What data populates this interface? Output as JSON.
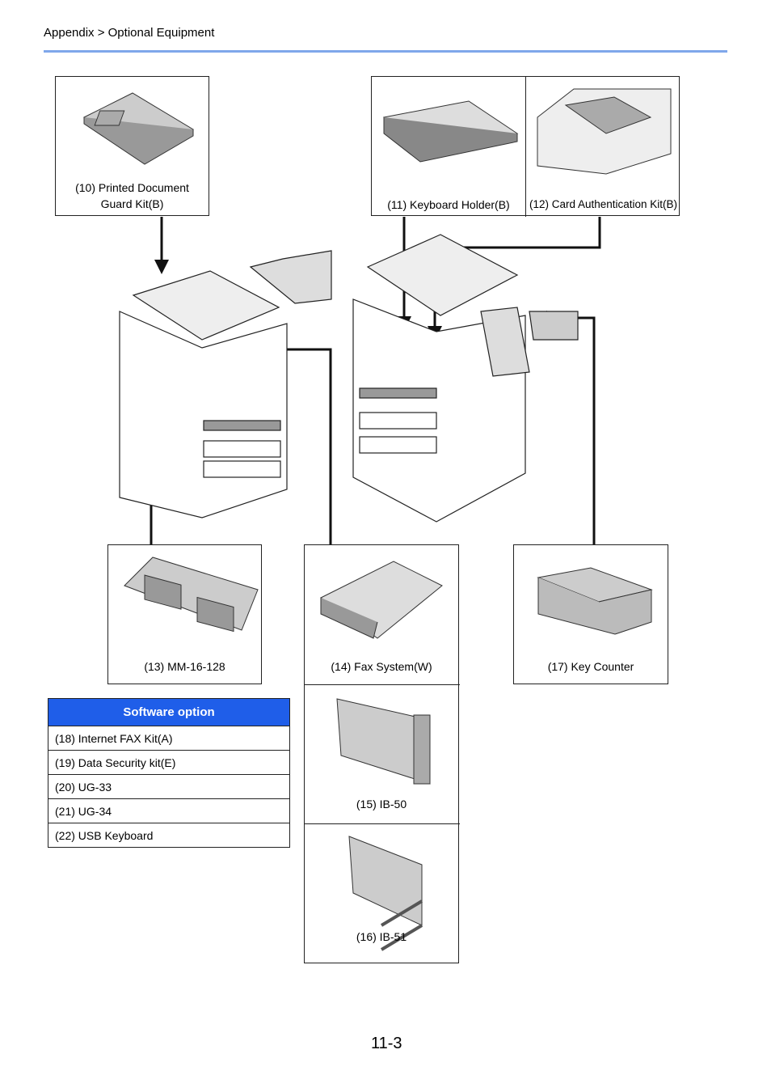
{
  "header": {
    "breadcrumb": "Appendix > Optional Equipment"
  },
  "options": {
    "o10_l1": "(10) Printed Document",
    "o10_l2": "Guard Kit(B)",
    "o11": "(11) Keyboard Holder(B)",
    "o12": "(12) Card Authentication Kit(B)",
    "o13": "(13) MM-16-128",
    "o14": "(14) Fax System(W)",
    "o15": "(15) IB-50",
    "o16": "(16) IB-51",
    "o17": "(17) Key Counter"
  },
  "software": {
    "header": "Software option",
    "rows": [
      "(18) Internet FAX Kit(A)",
      "(19) Data Security kit(E)",
      "(20) UG-33",
      "(21) UG-34",
      "(22) USB Keyboard"
    ]
  },
  "footer": {
    "page_number": "11-3"
  }
}
